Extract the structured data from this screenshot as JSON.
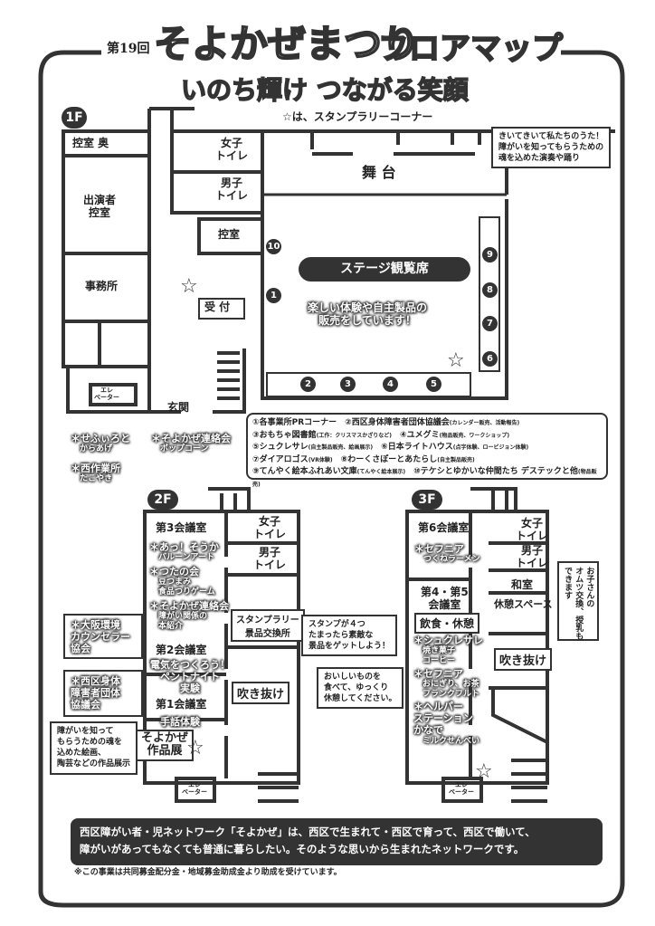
{
  "header": {
    "edition": "第19回",
    "festival_name": "そよかぜまつり",
    "map_label": "フロアマップ",
    "slogan": "いのち輝け つながる笑顔"
  },
  "stamp_note": "☆は、スタンプラリーコーナー",
  "floor1": {
    "badge": "1F",
    "rooms": {
      "back_waiting": "控室 奥",
      "performer_waiting": "出演者\n控室",
      "office": "事務所",
      "womens_toilet": "女子\nトイレ",
      "mens_toilet": "男子\nトイレ",
      "waiting": "控室",
      "stage": "舞 台",
      "reception": "受 付",
      "elevator": "エレ\nベーター",
      "entrance": "玄関"
    },
    "stage_seats": "ステージ観覧席",
    "stage_seats_note": "楽しい体験や自主製品の\n販売をしています！",
    "stage_callout": "きいてきいて私たちのうた！\n障がいを知ってもらうための\n魂を込めた演奏や踊り",
    "booth_numbers": [
      "1",
      "2",
      "3",
      "4",
      "5",
      "6",
      "7",
      "8",
      "9",
      "10"
    ],
    "legend": [
      {
        "name": "①各事業所PRコーナー",
        "note": ""
      },
      {
        "name": "②西区身体障害者団体協議会",
        "note": "(カレンダー販売、活動報告)"
      },
      {
        "name": "③おもちゃ図書館",
        "note": "(工作：クリスマスかざりなど)"
      },
      {
        "name": "④ユメグミ",
        "note": "(物品販売、ワークショップ)"
      },
      {
        "name": "⑤シュクレサレ",
        "note": "(自主製品販売、絵画展示)"
      },
      {
        "name": "⑥日本ライトハウス",
        "note": "(点字体験、ロービジョン体験)"
      },
      {
        "name": "⑦ダイアロゴス",
        "note": "(VR体験)"
      },
      {
        "name": "⑧わーくさぽーとあたらし",
        "note": "(自主製品販売)"
      },
      {
        "name": "⑨てんやく絵本ふれあい文庫",
        "note": "(てんやく絵本展示)"
      },
      {
        "name": "⑩テケシとゆかいな仲間たち デステックと他",
        "note": "(物品販売)"
      }
    ],
    "food": [
      {
        "name": "＊せふぃろと",
        "item": "からあげ"
      },
      {
        "name": "＊そよかぜ連絡会",
        "item": "ポップコーン"
      },
      {
        "name": "＊西作業所",
        "item": "たこやき"
      }
    ]
  },
  "floor2": {
    "badge": "2F",
    "room3": "第3会議室",
    "room3_events": [
      {
        "name": "＊あっ！そうか",
        "item": "バルーンアート"
      },
      {
        "name": "＊つたの会",
        "item": "豆つまみ\n食品つりゲーム"
      },
      {
        "name": "＊そよかぜ連絡会",
        "item": "障がい関係の\n本紹介"
      }
    ],
    "room2": "第2会議室",
    "room2_event": "電気をつくろう！\nペントナイト\n実験",
    "room1": "第1会議室",
    "room1_event": "手話体験",
    "womens_toilet": "女子\nトイレ",
    "mens_toilet": "男子\nトイレ",
    "stamp_exchange": "スタンプラリー\n景品交換所",
    "stamp_callout": "スタンプが４つ\nたまったら素敵な\n景品をゲットしよう！",
    "atrium": "吹き抜け",
    "callout_osaka": "＊大阪環境\nカウンセラー\n協会",
    "callout_nishiku": "＊西区身体\n障害者団体\n協議会",
    "exhibit": "そよかぜ\n作品展",
    "exhibit_callout": "障がいを知って\nもらうための魂を\n込めた絵画、\n陶芸などの作品展示",
    "elevator": "エレ\nベーター"
  },
  "floor3": {
    "badge": "3F",
    "room6": "第6会議室",
    "room6_event": {
      "name": "＊セフニア",
      "item": "つくねラーメン"
    },
    "room45": "第4・第5\n会議室",
    "room45_label": "飲食・休憩",
    "room45_events": [
      {
        "name": "＊シュクレサレ",
        "item": "焼き菓子\nコーヒー"
      },
      {
        "name": "＊セフニア",
        "item": "おにぎり、お茶\nフランクフルト"
      },
      {
        "name": "＊ヘルパー\nステーション\nかなで",
        "item": "ミルクせんべい"
      }
    ],
    "eat_callout": "おいしいものを\n食べて、ゆっくり\n休憩してください。",
    "womens_toilet": "女子\nトイレ",
    "mens_toilet": "男子\nトイレ",
    "japanese_room": "和室",
    "rest_space": "休憩スペース",
    "nursing_callout": "お子さんの\nオムツ交換、授乳も\nできます",
    "atrium": "吹き抜け",
    "elevator": "エレ\nベーター"
  },
  "footer": {
    "mission": "西区障がい者・児ネットワーク「そよかぜ」は、西区で生まれて・西区で育って、西区で働いて、\n障がいがあってもなくても普通に暮らしたい。そのような思いから生まれたネットワークです。",
    "note": "※この事業は共同募金配分金・地域募金助成金より助成を受けています。"
  }
}
